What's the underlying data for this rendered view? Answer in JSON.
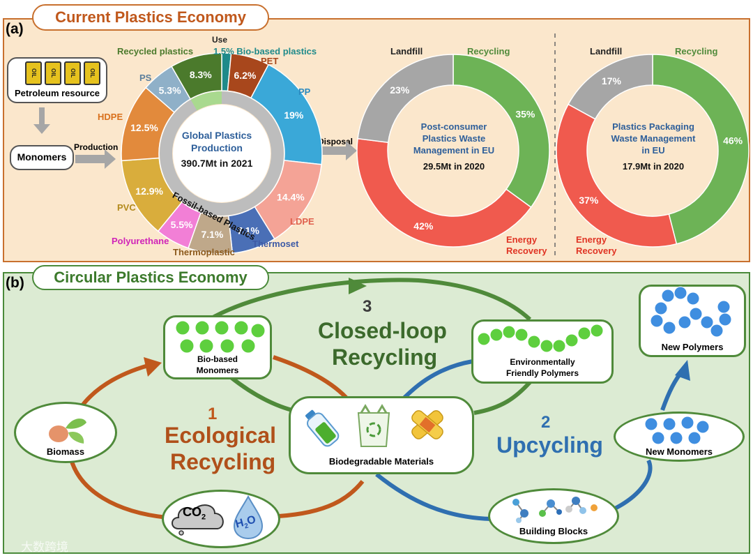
{
  "panel_a": {
    "letter": "(a)",
    "title": "Current Plastics Economy",
    "petroleum_label": "Petroleum resource",
    "oil_text": "OIL",
    "monomers_label": "Monomers",
    "production_label": "Production",
    "disposal_label": "Disposal",
    "global_donut": {
      "center_line1": "Global Plastics",
      "center_line2": "Production",
      "center_line3": "390.7Mt in 2021",
      "inner_label": "Fossil-based Plastics",
      "segments": [
        {
          "name": "Use",
          "value": 1.5,
          "pct": "",
          "color": "#1f8a8a"
        },
        {
          "name": "PET",
          "value": 6.2,
          "pct": "6.2%",
          "color": "#a8471c"
        },
        {
          "name": "PP",
          "value": 19,
          "pct": "19%",
          "color": "#3aa8d8"
        },
        {
          "name": "LDPE",
          "value": 14.4,
          "pct": "14.4%",
          "color": "#f4a396"
        },
        {
          "name": "Thermoset",
          "value": 7.1,
          "pct": "7.1%",
          "color": "#4a6fb6"
        },
        {
          "name": "Thermoplastic",
          "value": 7.1,
          "pct": "7.1%",
          "color": "#bfa88a"
        },
        {
          "name": "Polyurethane",
          "value": 5.5,
          "pct": "5.5%",
          "color": "#f27fd6"
        },
        {
          "name": "PVC",
          "value": 12.9,
          "pct": "12.9%",
          "color": "#d9ad3c"
        },
        {
          "name": "HDPE",
          "value": 12.5,
          "pct": "12.5%",
          "color": "#e28a3c"
        },
        {
          "name": "PS",
          "value": 5.3,
          "pct": "5.3%",
          "color": "#8fb0c8"
        },
        {
          "name": "Recycled plastics",
          "value": 8.3,
          "pct": "8.3%",
          "color": "#4b7a2c"
        }
      ],
      "labels": {
        "use": "Use",
        "biobased": "1.5% Bio-based plastics",
        "recycled": "Recycled plastics",
        "pet": "PET",
        "pp": "PP",
        "ps": "PS",
        "hdpe": "HDPE",
        "pvc": "PVC",
        "polyurethane": "Polyurethane",
        "thermoplastic": "Thermoplastic",
        "thermoset": "Thermoset",
        "ldpe": "LDPE"
      },
      "colors": {
        "inner_ring": "#bdbdbd",
        "inner_green": "#a9d98f"
      }
    },
    "eu_donut_1": {
      "center_line1": "Post-consumer",
      "center_line2": "Plastics Waste",
      "center_line3": "Management in EU",
      "center_line4": "29.5Mt in 2020",
      "segments": [
        {
          "name": "Recycling",
          "value": 35,
          "pct": "35%",
          "color": "#6db356"
        },
        {
          "name": "Energy Recovery",
          "value": 42,
          "pct": "42%",
          "color": "#f05a4e"
        },
        {
          "name": "Landfill",
          "value": 23,
          "pct": "23%",
          "color": "#a6a6a6"
        }
      ],
      "label_landfill": "Landfill",
      "label_recycling": "Recycling",
      "label_energy1": "Energy",
      "label_energy2": "Recovery"
    },
    "eu_donut_2": {
      "center_line1": "Plastics Packaging",
      "center_line2": "Waste Management",
      "center_line3": "in EU",
      "center_line4": "17.9Mt in 2020",
      "segments": [
        {
          "name": "Recycling",
          "value": 46,
          "pct": "46%",
          "color": "#6db356"
        },
        {
          "name": "Energy Recovery",
          "value": 37,
          "pct": "37%",
          "color": "#f05a4e"
        },
        {
          "name": "Landfill",
          "value": 17,
          "pct": "17%",
          "color": "#a6a6a6"
        }
      ],
      "label_landfill": "Landfill",
      "label_recycling": "Recycling",
      "label_energy1": "Energy",
      "label_energy2": "Recovery"
    }
  },
  "panel_b": {
    "letter": "(b)",
    "title": "Circular Plastics Economy",
    "biomass": "Biomass",
    "biobased_monomers_1": "Bio-based",
    "biobased_monomers_2": "Monomers",
    "closed_num": "3",
    "closed_1": "Closed-loop",
    "closed_2": "Recycling",
    "eco_num": "1",
    "eco_1": "Ecological",
    "eco_2": "Recycling",
    "up_num": "2",
    "up_1": "Upcycling",
    "biodegradable": "Biodegradable Materials",
    "env_1": "Environmentally",
    "env_2": "Friendly Polymers",
    "new_polymers": "New Polymers",
    "new_monomers": "New Monomers",
    "building_blocks": "Building Blocks",
    "co2_main": "CO",
    "co2_sub": "2",
    "h2o_h": "H",
    "h2o_sub": "2",
    "h2o_o": "O",
    "watermark": "大数跨境",
    "colors": {
      "eco": "#c0581c",
      "up": "#2f6fb0",
      "closed": "#4f8a3a"
    }
  }
}
